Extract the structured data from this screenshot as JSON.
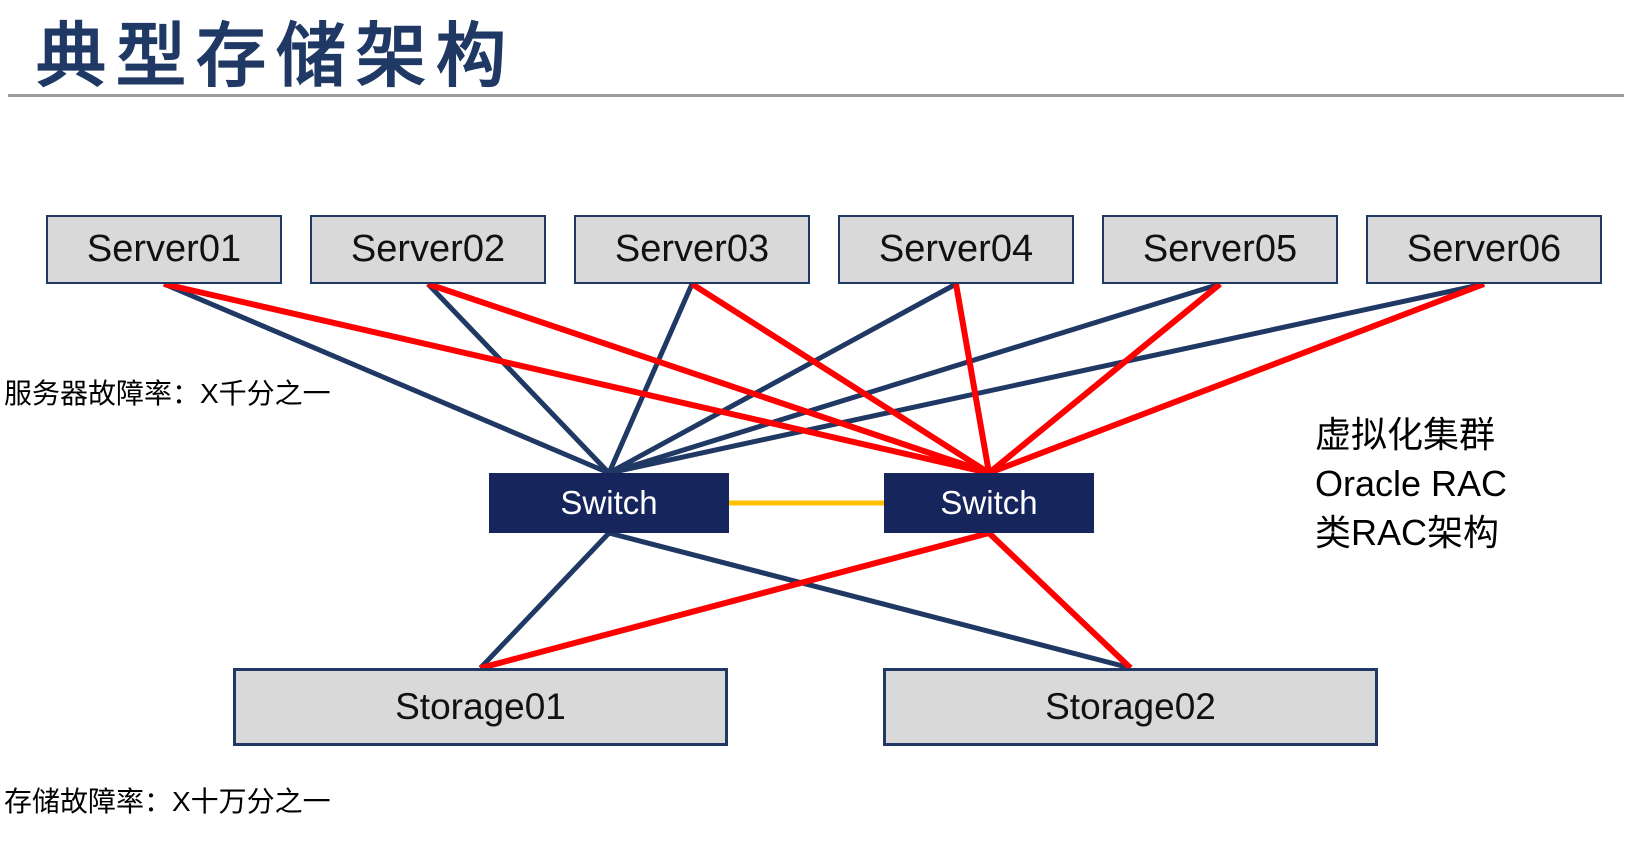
{
  "page": {
    "title": "典型存储架构"
  },
  "colors": {
    "navy": "#1F3864",
    "red": "#FF0000",
    "gold": "#FFC000",
    "box_fill": "#D9D9D9",
    "switch_fill": "#16265C",
    "divider_gray": "#9C9C9C",
    "title_navy": "#1F3864"
  },
  "annotations": {
    "server_failure_rate": "服务器故障率：X千分之一",
    "storage_failure_rate": "存储故障率：X十万分之一",
    "cluster_note_lines": [
      "虚拟化集群",
      "Oracle RAC",
      "类RAC架构"
    ]
  },
  "diagram": {
    "servers": [
      {
        "id": "server01",
        "label": "Server01"
      },
      {
        "id": "server02",
        "label": "Server02"
      },
      {
        "id": "server03",
        "label": "Server03"
      },
      {
        "id": "server04",
        "label": "Server04"
      },
      {
        "id": "server05",
        "label": "Server05"
      },
      {
        "id": "server06",
        "label": "Server06"
      }
    ],
    "switches": [
      {
        "id": "switch-left",
        "label": "Switch"
      },
      {
        "id": "switch-right",
        "label": "Switch"
      }
    ],
    "storages": [
      {
        "id": "storage01",
        "label": "Storage01"
      },
      {
        "id": "storage02",
        "label": "Storage02"
      }
    ],
    "edges": [
      {
        "from": "server01",
        "to": "switch-left",
        "color": "navy"
      },
      {
        "from": "server02",
        "to": "switch-left",
        "color": "navy"
      },
      {
        "from": "server03",
        "to": "switch-left",
        "color": "navy"
      },
      {
        "from": "server04",
        "to": "switch-left",
        "color": "navy"
      },
      {
        "from": "server05",
        "to": "switch-left",
        "color": "navy"
      },
      {
        "from": "server06",
        "to": "switch-left",
        "color": "navy"
      },
      {
        "from": "server01",
        "to": "switch-right",
        "color": "red"
      },
      {
        "from": "server02",
        "to": "switch-right",
        "color": "red"
      },
      {
        "from": "server03",
        "to": "switch-right",
        "color": "red"
      },
      {
        "from": "server04",
        "to": "switch-right",
        "color": "red"
      },
      {
        "from": "server05",
        "to": "switch-right",
        "color": "red"
      },
      {
        "from": "server06",
        "to": "switch-right",
        "color": "red"
      },
      {
        "from": "switch-left",
        "to": "switch-right",
        "color": "gold"
      },
      {
        "from": "switch-left",
        "to": "storage01",
        "color": "navy"
      },
      {
        "from": "switch-left",
        "to": "storage02",
        "color": "navy"
      },
      {
        "from": "switch-right",
        "to": "storage01",
        "color": "red"
      },
      {
        "from": "switch-right",
        "to": "storage02",
        "color": "red"
      }
    ]
  }
}
